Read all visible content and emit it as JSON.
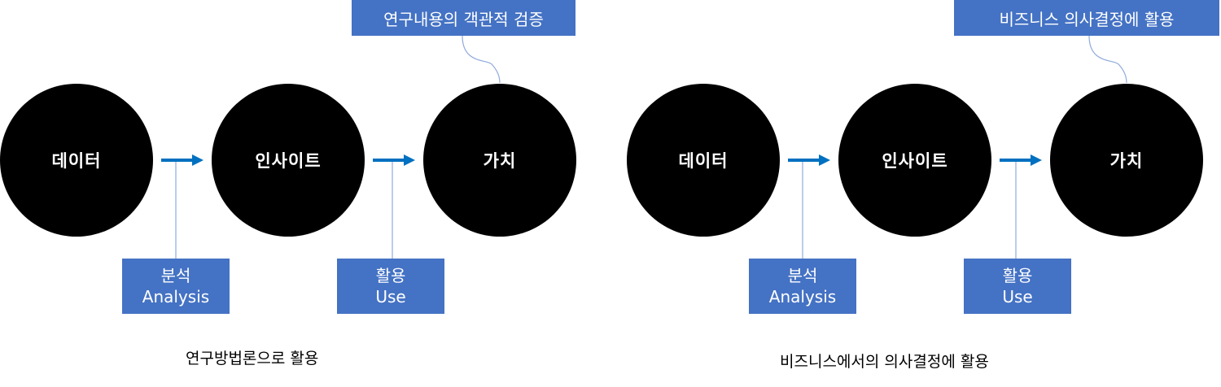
{
  "left": {
    "nodes": [
      "데이터",
      "인사이트",
      "가치"
    ],
    "steps": [
      {
        "line1": "분석",
        "line2": "Analysis"
      },
      {
        "line1": "활용",
        "line2": "Use"
      }
    ],
    "callout": "연구내용의 객관적 검증",
    "caption": "연구방법론으로 활용"
  },
  "right": {
    "nodes": [
      "데이터",
      "인사이트",
      "가치"
    ],
    "steps": [
      {
        "line1": "분석",
        "line2": "Analysis"
      },
      {
        "line1": "활용",
        "line2": "Use"
      }
    ],
    "callout": "비즈니스 의사결정에 활용",
    "caption": "비즈니스에서의 의사결정에 활용"
  },
  "colors": {
    "node": "#000000",
    "box": "#4472c4",
    "arrow": "#0070c0",
    "connector": "#8faadc"
  }
}
